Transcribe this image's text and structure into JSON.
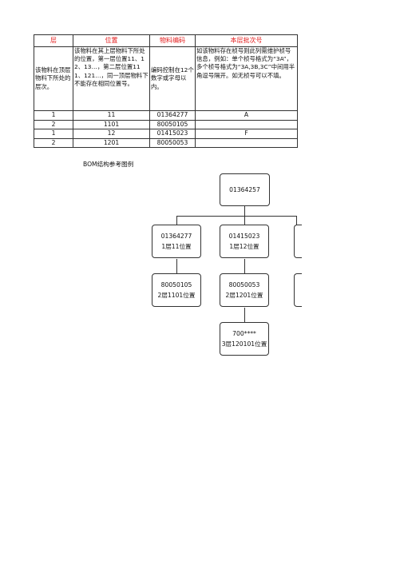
{
  "table": {
    "headers": [
      "层",
      "位置",
      "物料编码",
      "本层批次号"
    ],
    "descriptions": [
      "该物料在顶层物料下所处的层次。",
      "该物料在其上层物料下所处的位置，第一层位置11、12、13…，第二层位置111、121…，同一顶层物料下不能存在相同位置号。",
      "编码控制在12个数字或字母以内。",
      "如该物料存在桢号则此列需维护桢号信息，例如：单个桢号格式为“3A”，多个桢号格式为“3A,3B,3C”中间用半角逗号隔开。如无桢号可以不填。"
    ],
    "rows": [
      {
        "layer": "1",
        "position": "11",
        "code": "01364277",
        "batch": "A"
      },
      {
        "layer": "2",
        "position": "1101",
        "code": "80050105",
        "batch": ""
      },
      {
        "layer": "1",
        "position": "12",
        "code": "01415023",
        "batch": "F"
      },
      {
        "layer": "2",
        "position": "1201",
        "code": "80050053",
        "batch": ""
      }
    ]
  },
  "bom": {
    "caption": "BOM结构参考图例",
    "root": {
      "code": "01364257"
    },
    "nodes": {
      "n1": {
        "code": "01364277",
        "desc": "1层11位置"
      },
      "n2": {
        "code": "01415023",
        "desc": "1层12位置"
      },
      "n3": {
        "code": "80050105",
        "desc": "2层1101位置"
      },
      "n4": {
        "code": "80050053",
        "desc": "2层1201位置"
      },
      "n5": {
        "code": "700****",
        "desc": "3层120101位置"
      }
    }
  }
}
